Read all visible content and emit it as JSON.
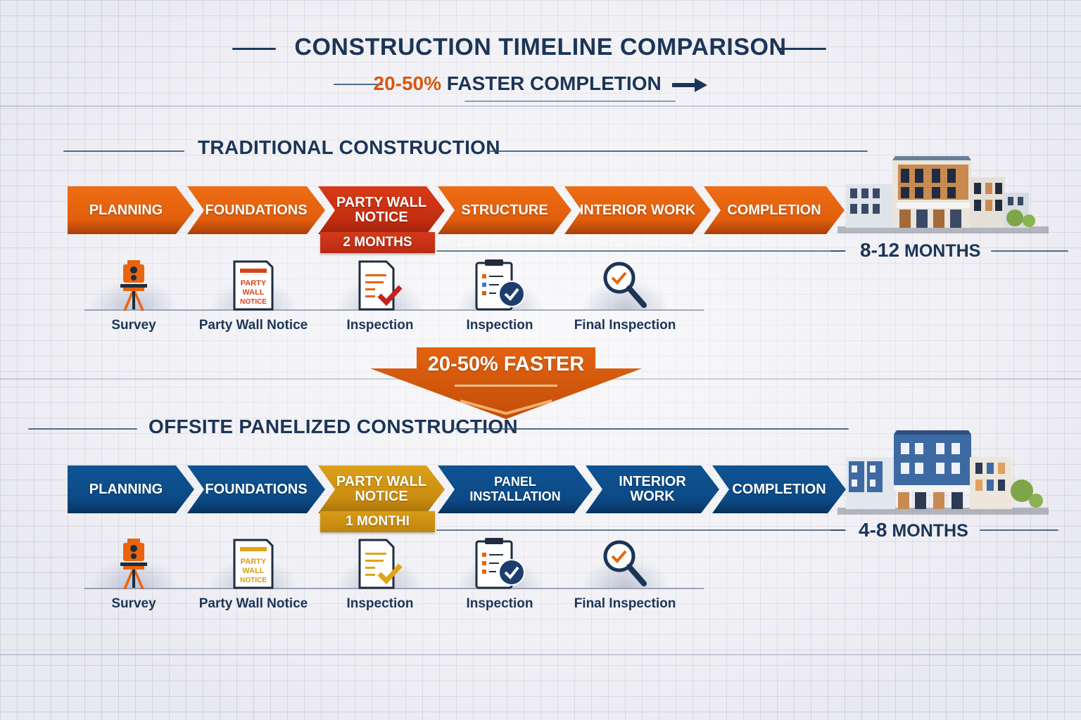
{
  "header": {
    "title": "CONSTRUCTION TIMELINE COMPARISON",
    "subtitle_accent": "20-50%",
    "subtitle_rest": "FASTER COMPLETION",
    "subtitle_arrow": "arrow-right-icon"
  },
  "colors": {
    "navy": "#1c3557",
    "orange": "#e8640f",
    "red": "#c42d12",
    "blue": "#0c4a86",
    "gold": "#c98c10",
    "background": "#e9e9f0"
  },
  "traditional": {
    "title": "TRADITIONAL CONSTRUCTION",
    "phases": [
      {
        "label": "PLANNING"
      },
      {
        "label": "FOUNDATIONS"
      },
      {
        "label": "PARTY WALL NOTICE",
        "line1": "PARTY WALL",
        "line2": "NOTICE",
        "highlight": true
      },
      {
        "label": "STRUCTURE"
      },
      {
        "label": "INTERIOR WORK"
      },
      {
        "label": "COMPLETION"
      }
    ],
    "highlight_badge": "2 MONTHS",
    "duration_num": "8-12",
    "duration_unit": "MONTHS",
    "milestones": [
      {
        "label": "Survey",
        "icon": "surveyor-theodolite-icon"
      },
      {
        "label": "Party Wall Notice",
        "icon": "party-wall-notice-document-icon",
        "doc_text": [
          "PARTY",
          "WALL",
          "NOTICE"
        ]
      },
      {
        "label": "Inspection",
        "icon": "document-check-icon"
      },
      {
        "label": "Inspection",
        "icon": "clipboard-checklist-icon"
      },
      {
        "label": "Final Inspection",
        "icon": "magnifier-check-icon"
      }
    ]
  },
  "comparison_banner": {
    "label": "20-50% FASTER",
    "icon": "down-arrow-icon"
  },
  "offsite": {
    "title": "OFFSITE PANELIZED CONSTRUCTION",
    "phases": [
      {
        "label": "PLANNING"
      },
      {
        "label": "FOUNDATIONS"
      },
      {
        "label": "PARTY WALL NOTICE",
        "line1": "PARTY WALL",
        "line2": "NOTICE",
        "highlight": true
      },
      {
        "label": "PANEL INSTALLATION"
      },
      {
        "label": "INTERIOR WORK"
      },
      {
        "label": "COMPLETION"
      }
    ],
    "highlight_badge": "1 MONTHI",
    "duration_num": "4-8",
    "duration_unit": "MONTHS",
    "milestones": [
      {
        "label": "Survey",
        "icon": "surveyor-theodolite-icon"
      },
      {
        "label": "Party Wall Notice",
        "icon": "party-wall-notice-document-icon",
        "doc_text": [
          "PARTY",
          "WALL",
          "NOTICE"
        ]
      },
      {
        "label": "Inspection",
        "icon": "document-check-icon"
      },
      {
        "label": "Inspection",
        "icon": "clipboard-checklist-icon"
      },
      {
        "label": "Final Inspection",
        "icon": "magnifier-check-icon"
      }
    ]
  }
}
